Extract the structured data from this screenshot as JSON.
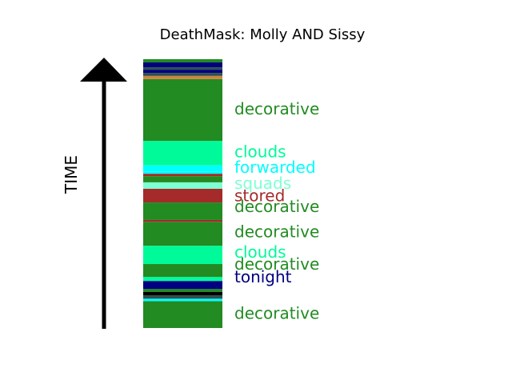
{
  "chart_data": {
    "type": "bar",
    "orientation": "stacked-vertical-timeline",
    "title": "DeathMask: Molly AND Sissy",
    "ylabel": "TIME",
    "xlabel": "",
    "grid": false,
    "legend": "none",
    "ylim": [
      0,
      100
    ],
    "segments": [
      {
        "start": 0.0,
        "end": 10.0,
        "color": "#228B22"
      },
      {
        "start": 10.0,
        "end": 10.9,
        "color": "#00FFFF"
      },
      {
        "start": 10.9,
        "end": 12.2,
        "color": "#2F4F4F"
      },
      {
        "start": 12.2,
        "end": 13.4,
        "color": "#000000"
      },
      {
        "start": 13.4,
        "end": 14.5,
        "color": "#228B22"
      },
      {
        "start": 14.5,
        "end": 17.5,
        "color": "#000080"
      },
      {
        "start": 17.5,
        "end": 19.0,
        "color": "#00FA9A"
      },
      {
        "start": 19.0,
        "end": 23.8,
        "color": "#228B22"
      },
      {
        "start": 23.8,
        "end": 30.6,
        "color": "#00FA9A"
      },
      {
        "start": 30.6,
        "end": 39.5,
        "color": "#228B22"
      },
      {
        "start": 39.5,
        "end": 40.2,
        "color": "#A52A2A"
      },
      {
        "start": 40.2,
        "end": 46.7,
        "color": "#228B22"
      },
      {
        "start": 46.7,
        "end": 51.8,
        "color": "#A52A2A"
      },
      {
        "start": 51.8,
        "end": 54.2,
        "color": "#7FFFD4"
      },
      {
        "start": 54.2,
        "end": 56.5,
        "color": "#228B22"
      },
      {
        "start": 56.5,
        "end": 57.4,
        "color": "#A52A2A"
      },
      {
        "start": 57.4,
        "end": 58.1,
        "color": "#00FFFF"
      },
      {
        "start": 58.1,
        "end": 60.5,
        "color": "#00FFFF"
      },
      {
        "start": 60.5,
        "end": 69.6,
        "color": "#00FA9A"
      },
      {
        "start": 69.6,
        "end": 92.6,
        "color": "#228B22"
      },
      {
        "start": 92.6,
        "end": 93.8,
        "color": "#CD853F"
      },
      {
        "start": 93.8,
        "end": 94.9,
        "color": "#2F4F4F"
      },
      {
        "start": 94.9,
        "end": 96.1,
        "color": "#000080"
      },
      {
        "start": 96.1,
        "end": 97.0,
        "color": "#2F4F4F"
      },
      {
        "start": 97.0,
        "end": 98.8,
        "color": "#000080"
      },
      {
        "start": 98.8,
        "end": 100.0,
        "color": "#228B22"
      }
    ],
    "annotations": [
      {
        "label": "decorative",
        "position": 5.5,
        "color": "#228B22"
      },
      {
        "label": "tonight",
        "position": 19.0,
        "color": "#000080"
      },
      {
        "label": "decorative",
        "position": 23.8,
        "color": "#228B22"
      },
      {
        "label": "clouds",
        "position": 28.3,
        "color": "#00FA9A"
      },
      {
        "label": "decorative",
        "position": 35.8,
        "color": "#228B22"
      },
      {
        "label": "decorative",
        "position": 45.2,
        "color": "#228B22"
      },
      {
        "label": "stored",
        "position": 49.3,
        "color": "#A52A2A"
      },
      {
        "label": "squads",
        "position": 53.9,
        "color": "#7FFFD4"
      },
      {
        "label": "forwarded",
        "position": 59.8,
        "color": "#00FFFF"
      },
      {
        "label": "clouds",
        "position": 65.7,
        "color": "#00FA9A"
      },
      {
        "label": "decorative",
        "position": 81.6,
        "color": "#228B22"
      }
    ]
  }
}
